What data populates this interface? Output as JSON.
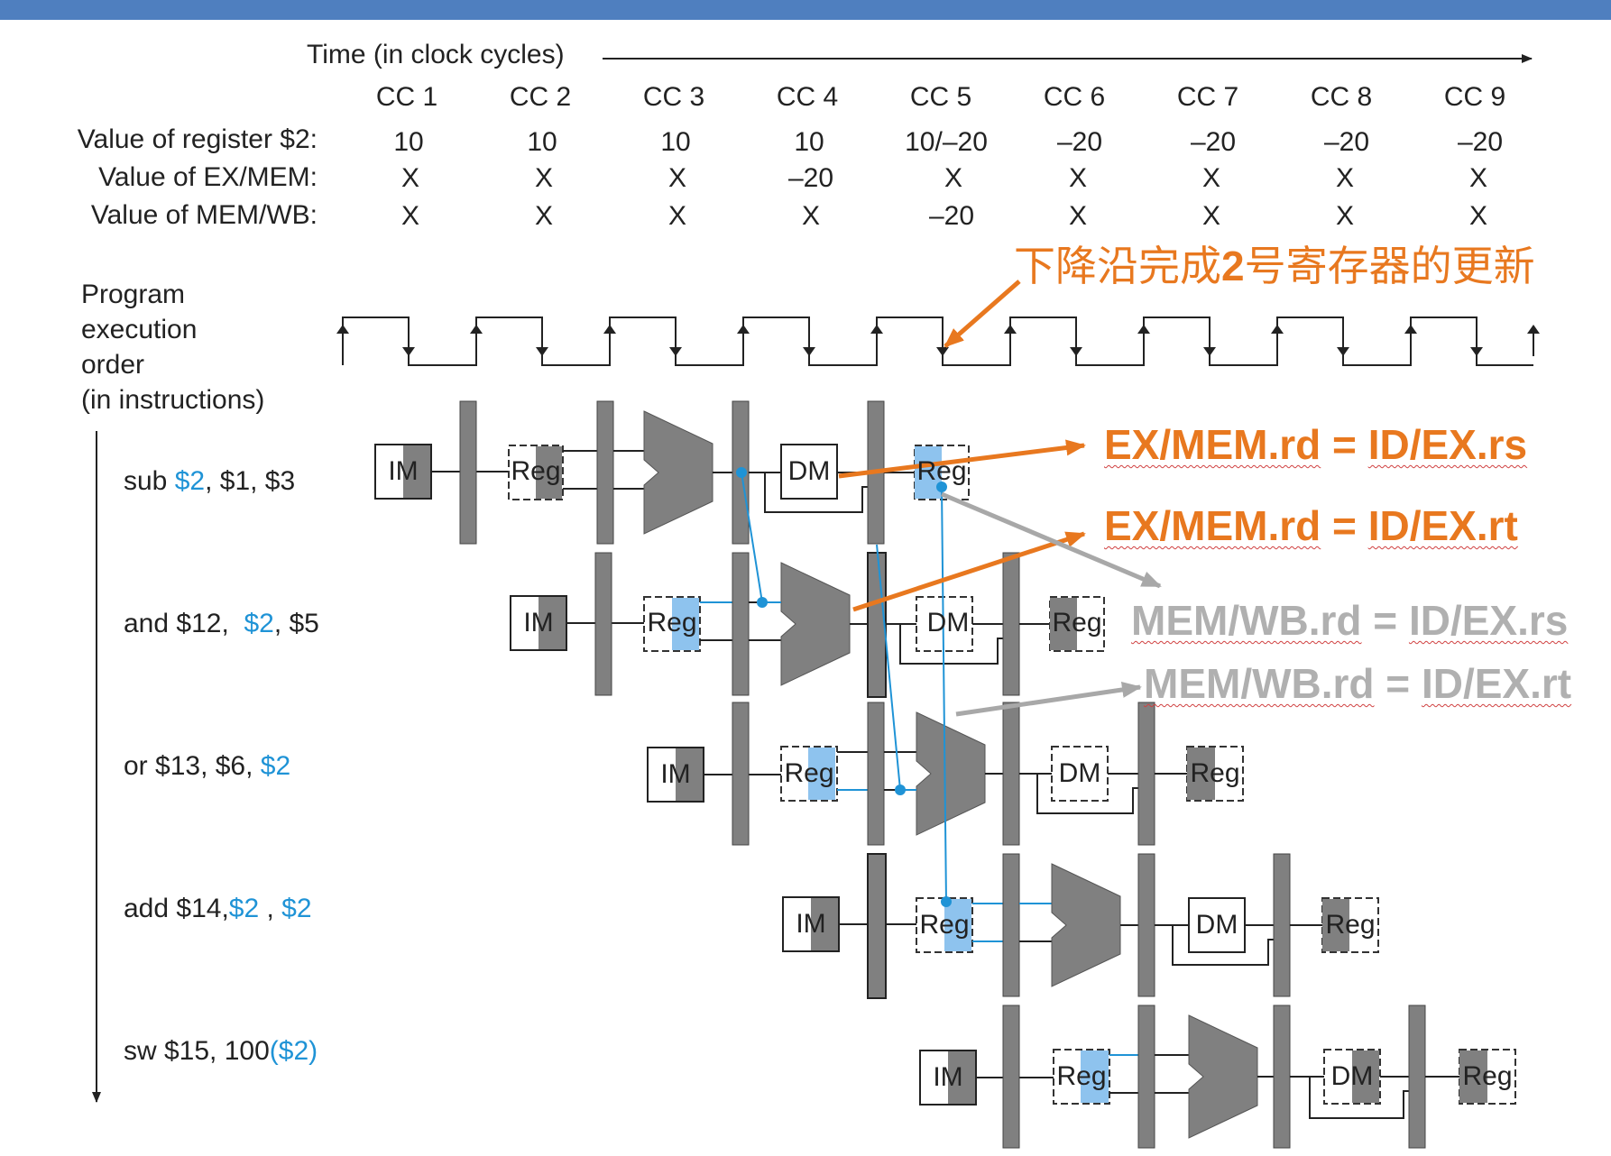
{
  "time_label": "Time (in clock cycles)",
  "cycles": [
    "CC 1",
    "CC 2",
    "CC 3",
    "CC 4",
    "CC 5",
    "CC 6",
    "CC 7",
    "CC 8",
    "CC 9"
  ],
  "value_rows": [
    {
      "label": "Value of register $2:",
      "values": [
        "10",
        "10",
        "10",
        "10",
        "10/–20",
        "–20",
        "–20",
        "–20",
        "–20"
      ]
    },
    {
      "label": "Value of EX/MEM:",
      "values": [
        "X",
        "X",
        "X",
        "–20",
        "X",
        "X",
        "X",
        "X",
        "X"
      ]
    },
    {
      "label": "Value of MEM/WB:",
      "values": [
        "X",
        "X",
        "X",
        "X",
        "–20",
        "X",
        "X",
        "X",
        "X"
      ]
    }
  ],
  "program_order_label": [
    "Program",
    "execution",
    "order",
    "(in instructions)"
  ],
  "annotation_cn": {
    "pre": "下降沿完成",
    "num": "2",
    "post": "号寄存器的更新"
  },
  "instructions": [
    {
      "pre": "sub ",
      "r1": "$2",
      "post": ", $1, $3"
    },
    {
      "pre": "and $12,  ",
      "r1": "$2",
      "post": ", $5"
    },
    {
      "pre": "or $13, $6, ",
      "r1": "$2",
      "post": ""
    },
    {
      "pre": "add $14,",
      "r1": "$2",
      "mid": " , ",
      "r2": "$2"
    },
    {
      "pre": "sw $15, 100",
      "r1": "($2)",
      "post": ""
    }
  ],
  "stage_labels": {
    "im": "IM",
    "reg": "Reg",
    "dm": "DM"
  },
  "forwarding_conditions": [
    {
      "lhs": "EX/MEM.rd",
      "op": " = ",
      "rhs": "ID/EX.rs"
    },
    {
      "lhs": "EX/MEM.rd",
      "op": " = ",
      "rhs": "ID/EX.rt"
    },
    {
      "lhs": "MEM/WB.rd",
      "op": " = ",
      "rhs": "ID/EX.rs"
    },
    {
      "lhs": "MEM/WB.rd",
      "op": " = ",
      "rhs": "ID/EX.rt"
    }
  ],
  "colors": {
    "accent_blue": "#1f93d6",
    "highlight_blue": "#8ec3ee",
    "orange": "#e8781f",
    "gray_arrow": "#a8a8a8",
    "stage_gray": "#808080",
    "header_bar": "#4f7fbf"
  }
}
